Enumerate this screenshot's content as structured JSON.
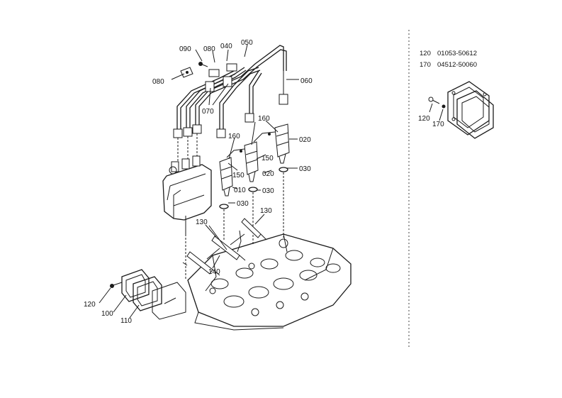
{
  "callouts": {
    "c010": "010",
    "c020a": "020",
    "c020b": "020",
    "c030a": "030",
    "c030b": "030",
    "c030c": "030",
    "c040": "040",
    "c050": "050",
    "c060": "060",
    "c070": "070",
    "c080a": "080",
    "c080b": "080",
    "c090": "090",
    "c100": "100",
    "c110": "110",
    "c120": "120",
    "c130a": "130",
    "c130b": "130",
    "c140": "140",
    "c150a": "150",
    "c150b": "150",
    "c160a": "160",
    "c160b": "160"
  },
  "legend": {
    "rows": [
      {
        "ref": "120",
        "part": "01053-50612"
      },
      {
        "ref": "170",
        "part": "04512-50060"
      }
    ]
  },
  "detail": {
    "c120": "120",
    "c170": "170"
  }
}
